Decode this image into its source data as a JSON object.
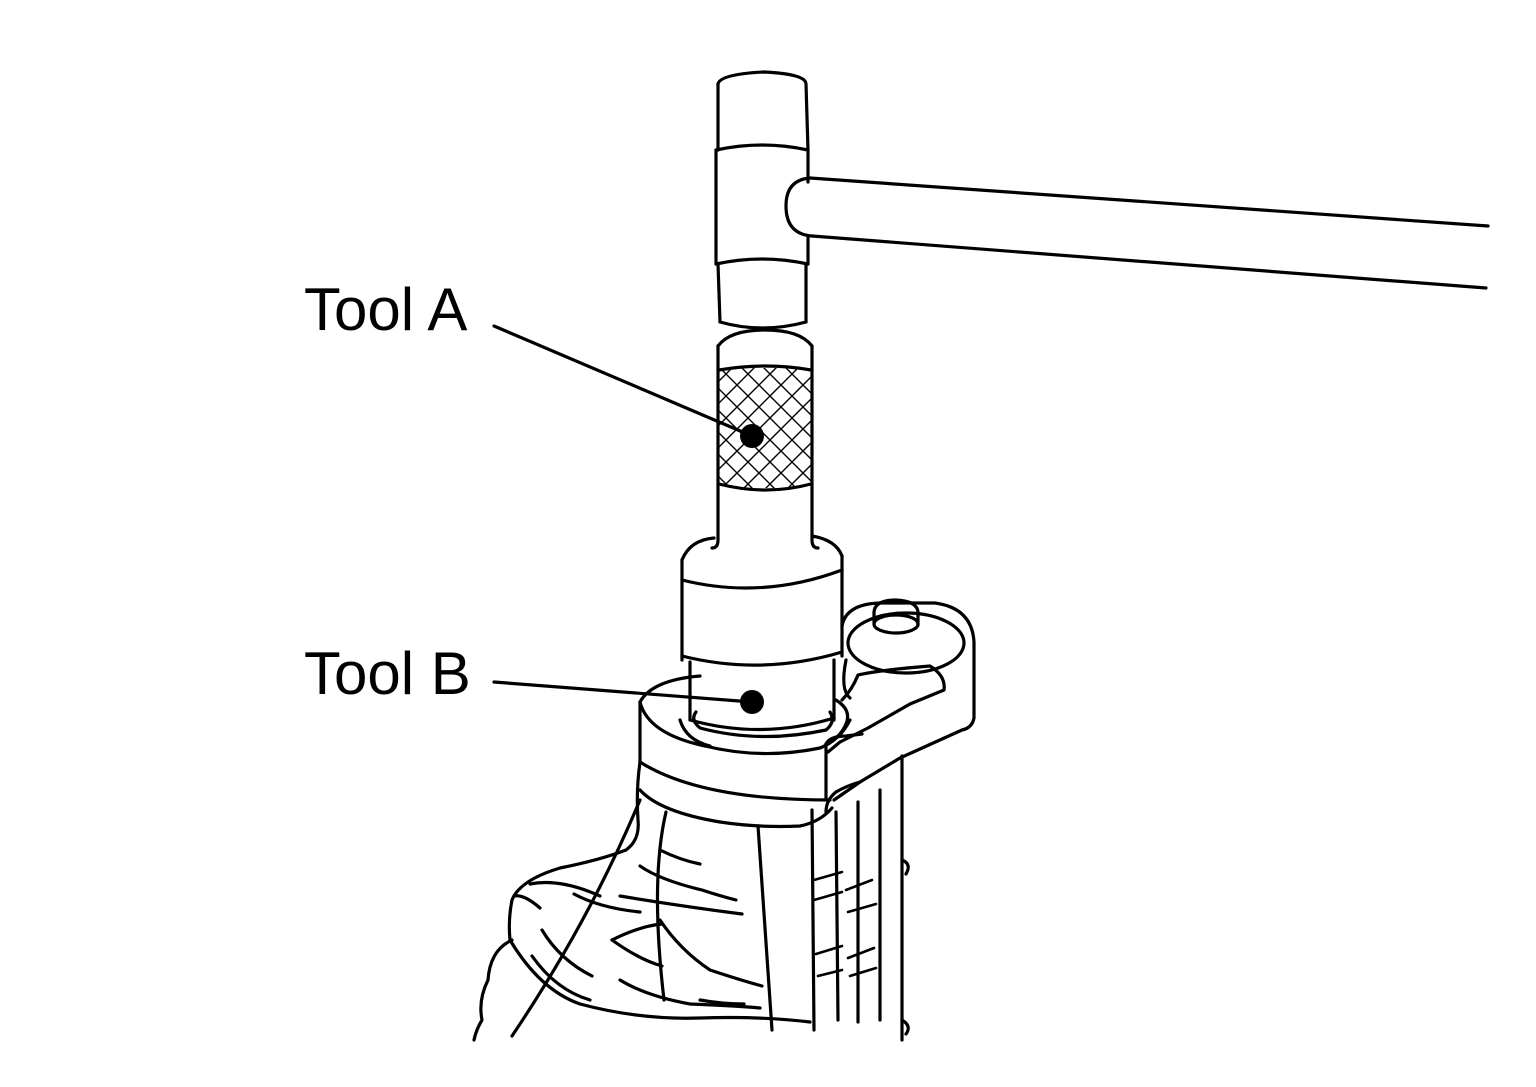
{
  "callouts": [
    {
      "id": "tool-a",
      "label": "Tool A"
    },
    {
      "id": "tool-b",
      "label": "Tool B"
    }
  ],
  "colors": {
    "line": "#000000",
    "background": "#ffffff"
  }
}
